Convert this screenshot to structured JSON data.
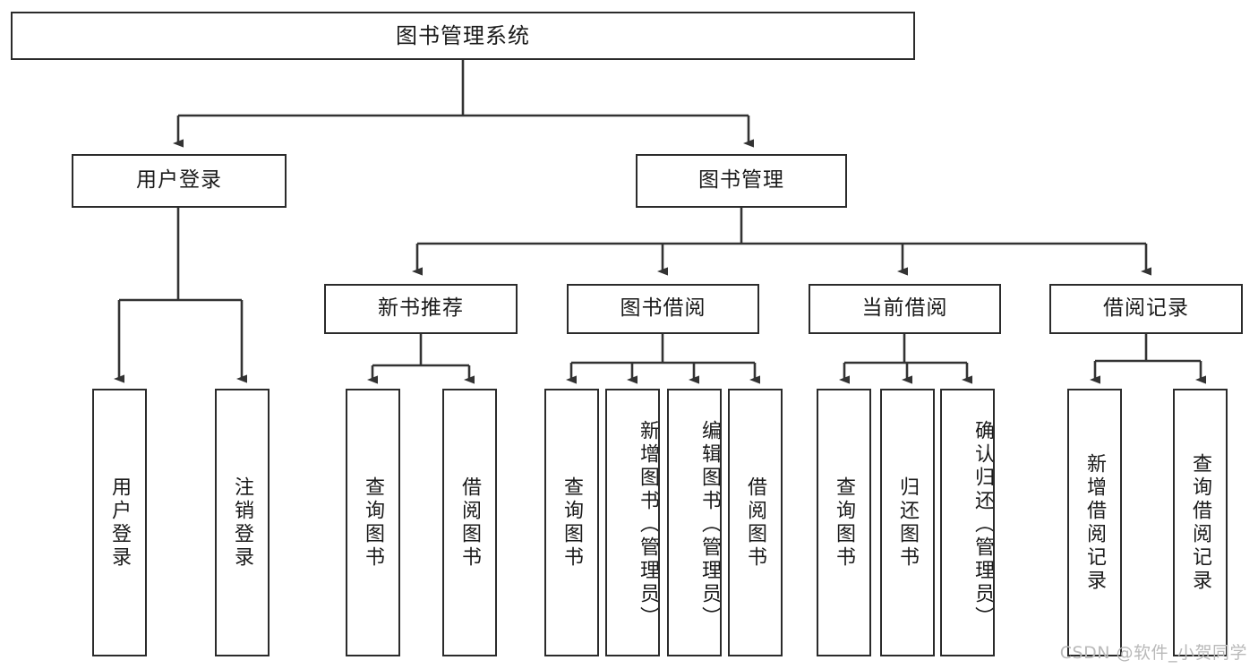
{
  "diagram": {
    "type": "tree-hierarchy",
    "title": "图书管理系统",
    "root": {
      "id": "root",
      "label": "图书管理系统"
    },
    "level2": [
      {
        "id": "user-login",
        "label": "用户登录"
      },
      {
        "id": "book-manage",
        "label": "图书管理"
      }
    ],
    "level3": [
      {
        "id": "new-book-rec",
        "label": "新书推荐"
      },
      {
        "id": "book-borrow",
        "label": "图书借阅"
      },
      {
        "id": "current-borrow",
        "label": "当前借阅"
      },
      {
        "id": "borrow-record",
        "label": "借阅记录"
      }
    ],
    "leaves": {
      "user_login": [
        {
          "id": "leaf-user-login",
          "label": "用户登录"
        },
        {
          "id": "leaf-logout-login",
          "label": "注销登录"
        }
      ],
      "new_book_rec": [
        {
          "id": "leaf-query-book-1",
          "label": "查询图书"
        },
        {
          "id": "leaf-borrow-book-1",
          "label": "借阅图书"
        }
      ],
      "book_borrow": [
        {
          "id": "leaf-query-book-2",
          "label": "查询图书"
        },
        {
          "id": "leaf-add-book",
          "label": "新增图书（管理员）"
        },
        {
          "id": "leaf-edit-book",
          "label": "编辑图书（管理员）"
        },
        {
          "id": "leaf-borrow-book-2",
          "label": "借阅图书"
        }
      ],
      "current_borrow": [
        {
          "id": "leaf-query-book-3",
          "label": "查询图书"
        },
        {
          "id": "leaf-return-book",
          "label": "归还图书"
        },
        {
          "id": "leaf-confirm-return",
          "label": "确认归还（管理员）"
        }
      ],
      "borrow_record": [
        {
          "id": "leaf-add-record",
          "label": "新增借阅记录"
        },
        {
          "id": "leaf-query-record",
          "label": "查询借阅记录"
        }
      ]
    },
    "colors": {
      "background": "#ffffff",
      "box_border": "#2b2b2b",
      "box_fill": "#ffffff",
      "text": "#1a1a1a",
      "connector": "#333333",
      "watermark": "#b9b9b9"
    }
  },
  "watermark": {
    "text": "CSDN @软件_小贺同学"
  }
}
